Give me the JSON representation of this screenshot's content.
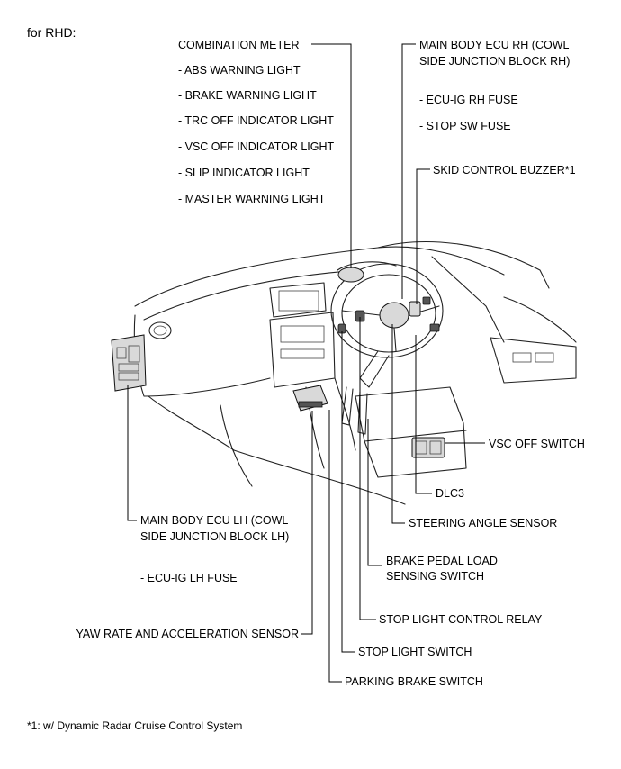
{
  "heading": "for RHD:",
  "labels": {
    "combination_meter": "COMBINATION METER",
    "abs_warning": "- ABS WARNING LIGHT",
    "brake_warning": "- BRAKE WARNING LIGHT",
    "trc_off": "- TRC OFF INDICATOR LIGHT",
    "vsc_off_indicator": "- VSC OFF INDICATOR LIGHT",
    "slip_indicator": "- SLIP INDICATOR LIGHT",
    "master_warning": "- MASTER WARNING LIGHT",
    "main_body_ecu_rh_1": "MAIN BODY ECU RH (COWL",
    "main_body_ecu_rh_2": "SIDE JUNCTION BLOCK RH)",
    "ecu_ig_rh_fuse": "- ECU-IG RH FUSE",
    "stop_sw_fuse": "- STOP SW FUSE",
    "skid_control_buzzer": "SKID CONTROL BUZZER*1",
    "vsc_off_switch": "VSC OFF SWITCH",
    "dlc3": "DLC3",
    "steering_angle_sensor": "STEERING ANGLE SENSOR",
    "main_body_ecu_lh_1": "MAIN BODY ECU LH (COWL",
    "main_body_ecu_lh_2": "SIDE JUNCTION BLOCK LH)",
    "ecu_ig_lh_fuse": "- ECU-IG LH FUSE",
    "brake_pedal_load_1": "BRAKE PEDAL LOAD",
    "brake_pedal_load_2": "SENSING SWITCH",
    "stop_light_control_relay": "STOP LIGHT CONTROL RELAY",
    "yaw_rate_sensor": "YAW RATE AND ACCELERATION SENSOR",
    "stop_light_switch": "STOP LIGHT SWITCH",
    "parking_brake_switch": "PARKING BRAKE SWITCH"
  },
  "footnote": "*1: w/ Dynamic Radar Cruise Control System"
}
